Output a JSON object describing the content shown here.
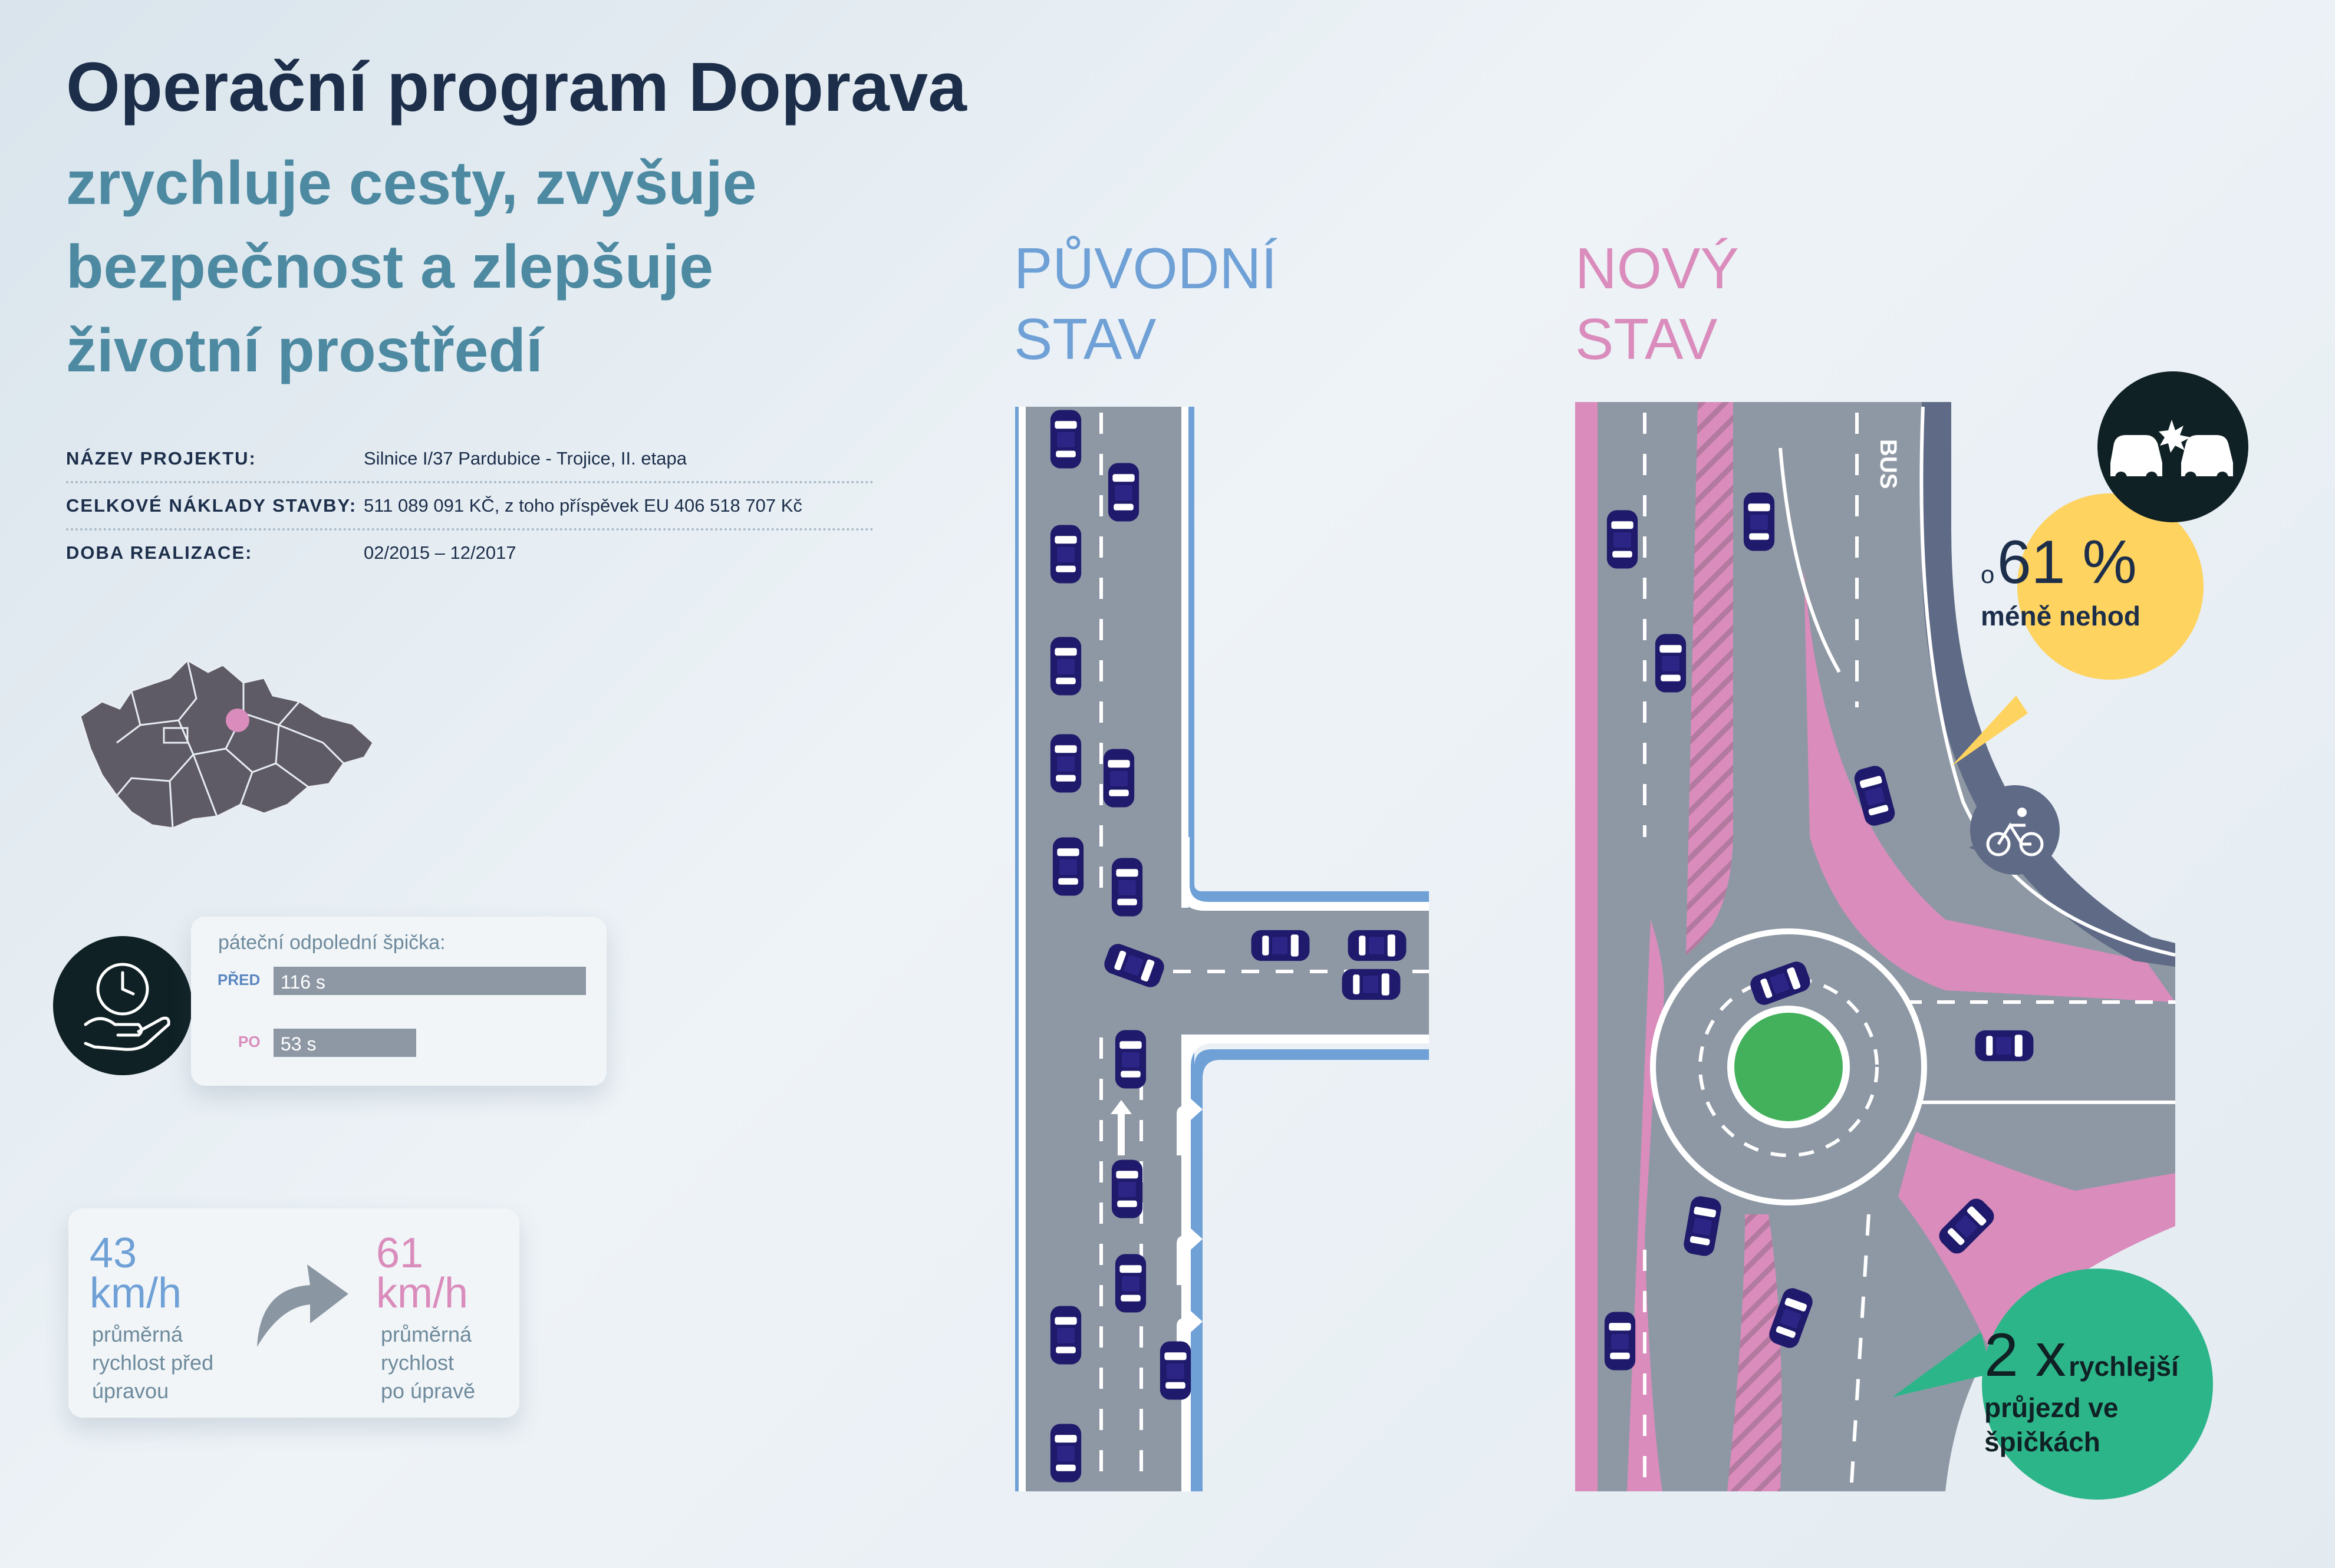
{
  "title": "Operační program Doprava",
  "subtitle": {
    "line1": "zrychluje cesty, zvyšuje",
    "line2": "bezpečnost a zlepšuje",
    "line3": "životní prostředí"
  },
  "project": {
    "rows": [
      {
        "label": "NÁZEV PROJEKTU:",
        "value": "Silnice I/37 Pardubice - Trojice, II. etapa"
      },
      {
        "label": "CELKOVÉ NÁKLADY STAVBY:",
        "value": "511 089 091 KČ, z toho příspěvek EU 406 518 707 Kč"
      },
      {
        "label": "DOBA REALIZACE:",
        "value": "02/2015 – 12/2017"
      }
    ]
  },
  "states": {
    "original": {
      "line1": "PŮVODNÍ",
      "line2": "STAV"
    },
    "new": {
      "line1": "NOVÝ",
      "line2": "STAV"
    }
  },
  "bus_marking": "BUS",
  "peak_time": {
    "caption": "páteční odpolední špička:",
    "rows": [
      {
        "label": "PŘED",
        "value": "116 s",
        "seconds": 116
      },
      {
        "label": "PO",
        "value": "53 s",
        "seconds": 53
      }
    ]
  },
  "speed": {
    "before": {
      "value": "43",
      "unit": "km/h",
      "caption": [
        "průměrná",
        "rychlost před",
        "úpravou"
      ]
    },
    "after": {
      "value": "61",
      "unit": "km/h",
      "caption": [
        "průměrná",
        "rychlost",
        "po úpravě"
      ]
    }
  },
  "accidents": {
    "prefix": "o",
    "value": "61 %",
    "text": "méně nehod"
  },
  "speedup": {
    "value": "2 x",
    "word": "rychlejší",
    "line2": "průjezd ve",
    "line3": "špičkách"
  },
  "icons": [
    "car-crash-icon",
    "bicycle-icon",
    "clock-hand-icon",
    "curved-arrow-icon",
    "czech-map-icon"
  ],
  "colors": {
    "navy": "#1c2e4a",
    "teal_text": "#4d8aa2",
    "original_blue": "#6fa0d6",
    "new_pink": "#da8cbc",
    "road": "#8e98a4",
    "car": "#1f1a6b",
    "yellow_bubble": "#fed35f",
    "green_bubble": "#2db58a",
    "roundabout_green": "#43b05c",
    "dark_badge": "#0f2124"
  }
}
